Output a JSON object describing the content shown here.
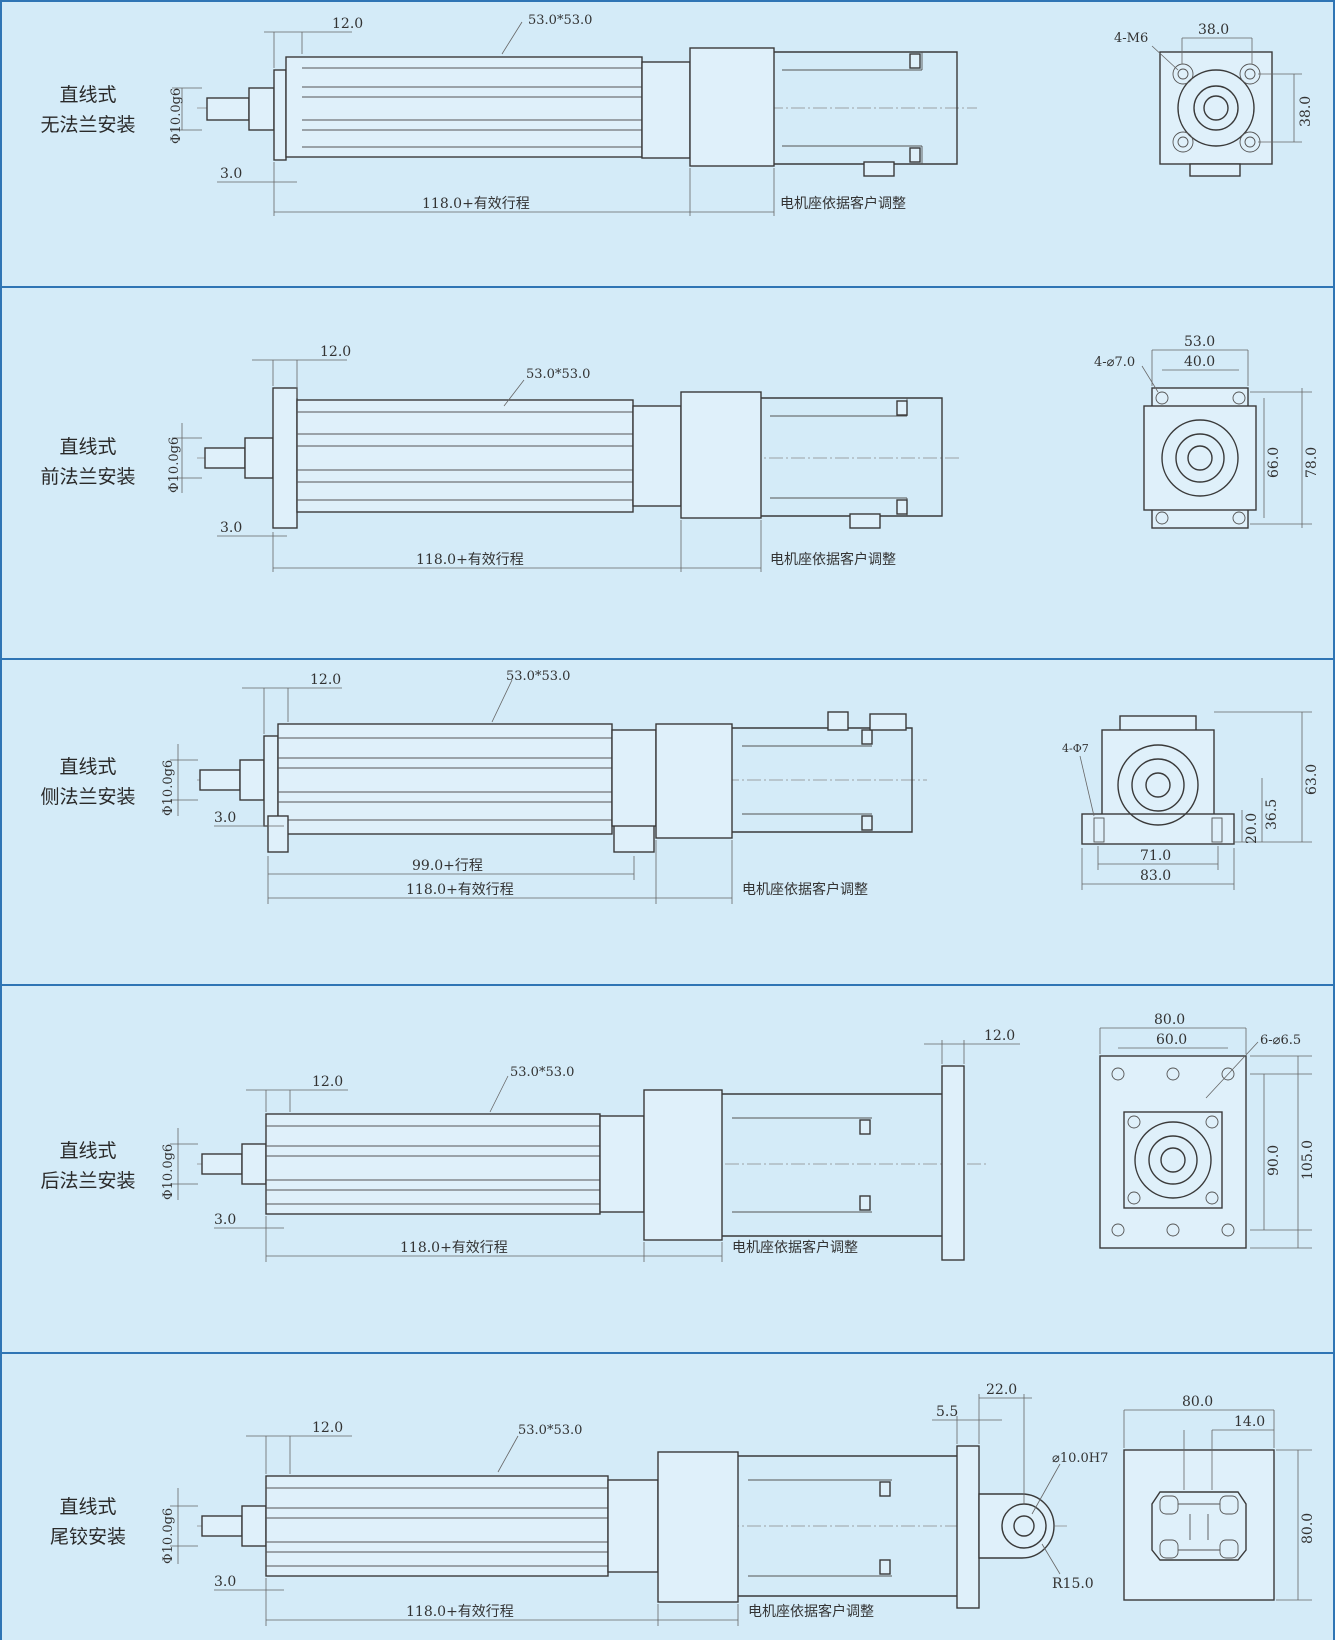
{
  "panels": [
    {
      "title_line1": "直线式",
      "title_line2": "无法兰安装",
      "dims": {
        "d12": "12.0",
        "tube": "53.0*53.0",
        "shaft": "Φ10.0g6",
        "d3": "3.0",
        "stroke": "118.0+有效行程",
        "motor": "电机座依据客户调整",
        "holes": "4-M6",
        "w38": "38.0",
        "h38": "38.0"
      }
    },
    {
      "title_line1": "直线式",
      "title_line2": "前法兰安装",
      "dims": {
        "d12": "12.0",
        "tube": "53.0*53.0",
        "shaft": "Φ10.0g6",
        "d3": "3.0",
        "stroke": "118.0+有效行程",
        "motor": "电机座依据客户调整",
        "holes": "4-⌀7.0",
        "w53": "53.0",
        "w40": "40.0",
        "h66": "66.0",
        "h78": "78.0"
      }
    },
    {
      "title_line1": "直线式",
      "title_line2": "侧法兰安装",
      "dims": {
        "d12": "12.0",
        "tube": "53.0*53.0",
        "shaft": "Φ10.0g6",
        "d3": "3.0",
        "stroke99": "99.0+行程",
        "stroke": "118.0+有效行程",
        "motor": "电机座依据客户调整",
        "holes": "4-Φ7",
        "h63": "63.0",
        "h36": "36.5",
        "h20": "20.0",
        "w71": "71.0",
        "w83": "83.0"
      }
    },
    {
      "title_line1": "直线式",
      "title_line2": "后法兰安装",
      "dims": {
        "d12": "12.0",
        "tube": "53.0*53.0",
        "shaft": "Φ10.0g6",
        "d3": "3.0",
        "stroke": "118.0+有效行程",
        "motor": "电机座依据客户调整",
        "d12b": "12.0",
        "w80": "80.0",
        "w60": "60.0",
        "holes": "6-⌀6.5",
        "h90": "90.0",
        "h105": "105.0"
      }
    },
    {
      "title_line1": "直线式",
      "title_line2": "尾铰安装",
      "dims": {
        "d12": "12.0",
        "tube": "53.0*53.0",
        "shaft": "Φ10.0g6",
        "d3": "3.0",
        "stroke": "118.0+有效行程",
        "motor": "电机座依据客户调整",
        "d55": "5.5",
        "d22": "22.0",
        "pin": "⌀10.0H7",
        "r15": "R15.0",
        "w80": "80.0",
        "w14": "14.0",
        "h80": "80.0"
      }
    }
  ]
}
